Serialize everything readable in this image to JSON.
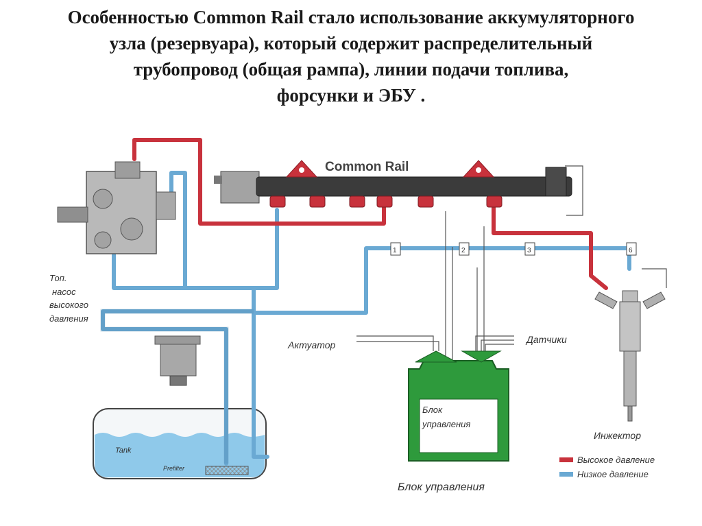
{
  "heading": {
    "lines": [
      "Особенностью Common Rail стало использование аккумуляторного",
      "узла (резервуара), который содержит распределительный",
      "трубопровод (общая рампа), линии подачи топлива,",
      "форсунки и ЭБУ ."
    ]
  },
  "diagram": {
    "rail_label": "Common Rail",
    "pump_label": [
      "Топ.",
      "насос",
      "высокого",
      "давления"
    ],
    "actuator_label": "Актуатор",
    "sensors_label": "Датчики",
    "ecu_inner_label": [
      "Блок",
      "управления"
    ],
    "ecu_caption": "Блок управления",
    "injector_label": "Инжектор",
    "tank_label": "Tank",
    "prefilter_label": "Prefilter",
    "connector_numbers": [
      "1",
      "2",
      "3",
      "6"
    ],
    "legend": [
      {
        "label": "Высокое давление",
        "color": "#c8323c"
      },
      {
        "label": "Низкое давление",
        "color": "#6aa9d3"
      }
    ]
  },
  "colors": {
    "high_pressure": "#c8323c",
    "low_pressure": "#6aa9d3",
    "ecu": "#2e9a3c",
    "tank_fluid": "#8fc9ea"
  }
}
